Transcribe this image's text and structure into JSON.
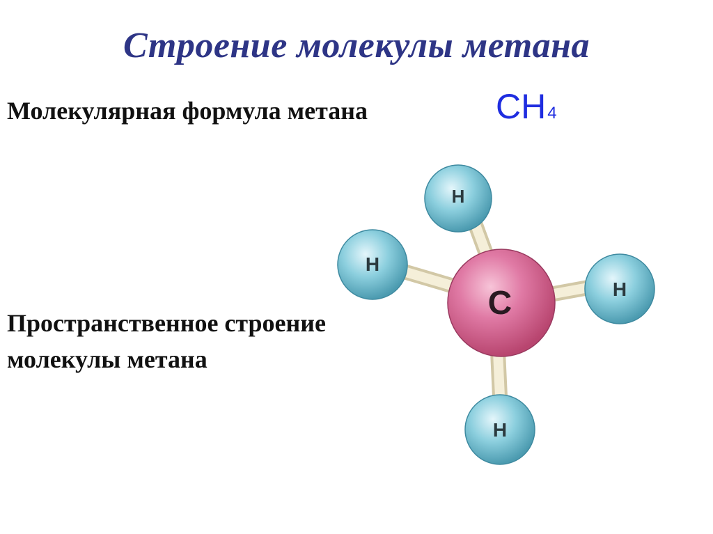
{
  "title": "Строение молекулы метана",
  "formula_label": "Молекулярная формула метана",
  "formula": {
    "main": "CH",
    "subscript": "4"
  },
  "structure_label": {
    "line1": "Пространственное строение",
    "line2": "молекулы метана"
  },
  "molecule": {
    "center_atom": "C",
    "atoms": [
      "H",
      "H",
      "H",
      "H"
    ],
    "colors": {
      "carbon": "#d9608f",
      "hydrogen": "#6fb9c9",
      "bond": "#f0e6c8"
    }
  }
}
